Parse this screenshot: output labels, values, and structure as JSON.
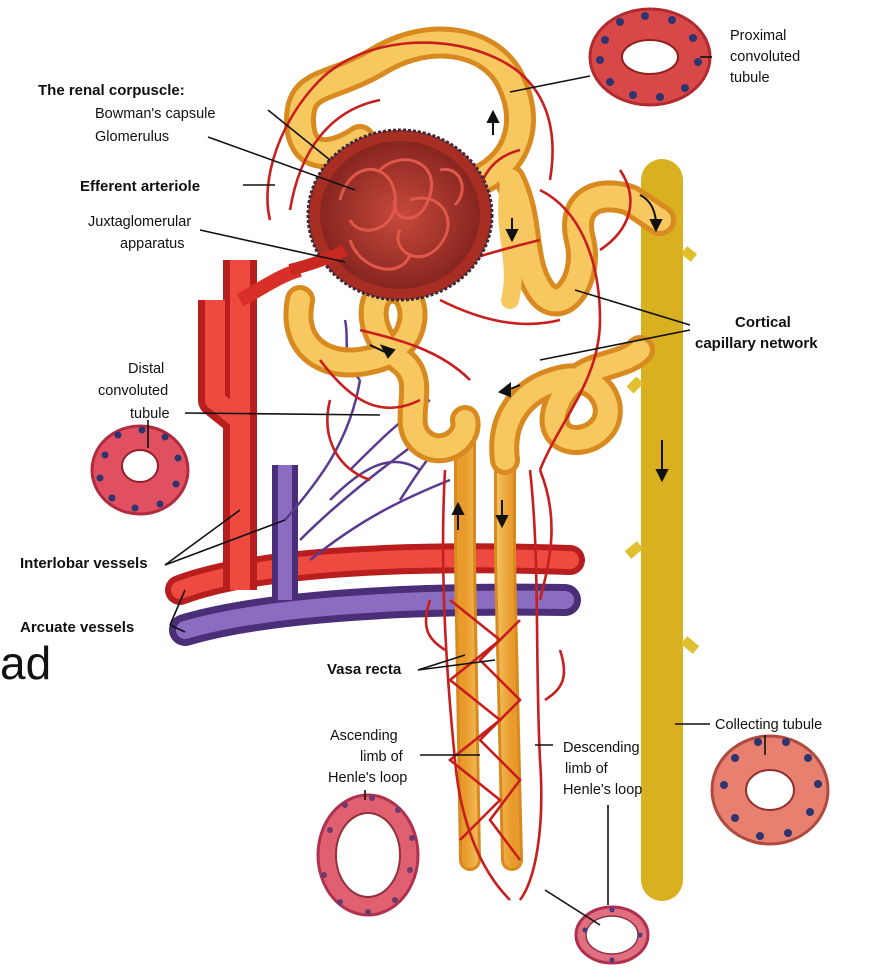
{
  "labels": {
    "renal_corpuscle": "The renal corpuscle:",
    "bowmans_capsule": "Bowman's capsule",
    "glomerulus": "Glomerulus",
    "efferent_arteriole": "Efferent arteriole",
    "juxtaglomerular_1": "Juxtaglomerular",
    "juxtaglomerular_2": "apparatus",
    "proximal_1": "Proximal",
    "proximal_2": "convoluted",
    "proximal_3": "tubule",
    "cortical_1": "Cortical",
    "cortical_2": "capillary network",
    "distal_1": "Distal",
    "distal_2": "convoluted",
    "distal_3": "tubule",
    "interlobar": "Interlobar vessels",
    "arcuate": "Arcuate vessels",
    "vasa_recta": "Vasa recta",
    "ascending_1": "Ascending",
    "ascending_2": "limb of",
    "ascending_3": "Henle's loop",
    "descending_1": "Descending",
    "descending_2": "limb of",
    "descending_3": "Henle's loop",
    "collecting": "Collecting tubule",
    "cropped_text": "ad"
  },
  "colors": {
    "tubule": "#f2b53a",
    "tubule_light": "#f8d57a",
    "collecting_duct": "#f5e24a",
    "artery": "#e0322d",
    "capillary": "#c81e1e",
    "vein": "#6b4a9a",
    "glomerulus": "#a8322a",
    "cell_wall": "#d94a55",
    "nucleus": "#2d3470"
  }
}
